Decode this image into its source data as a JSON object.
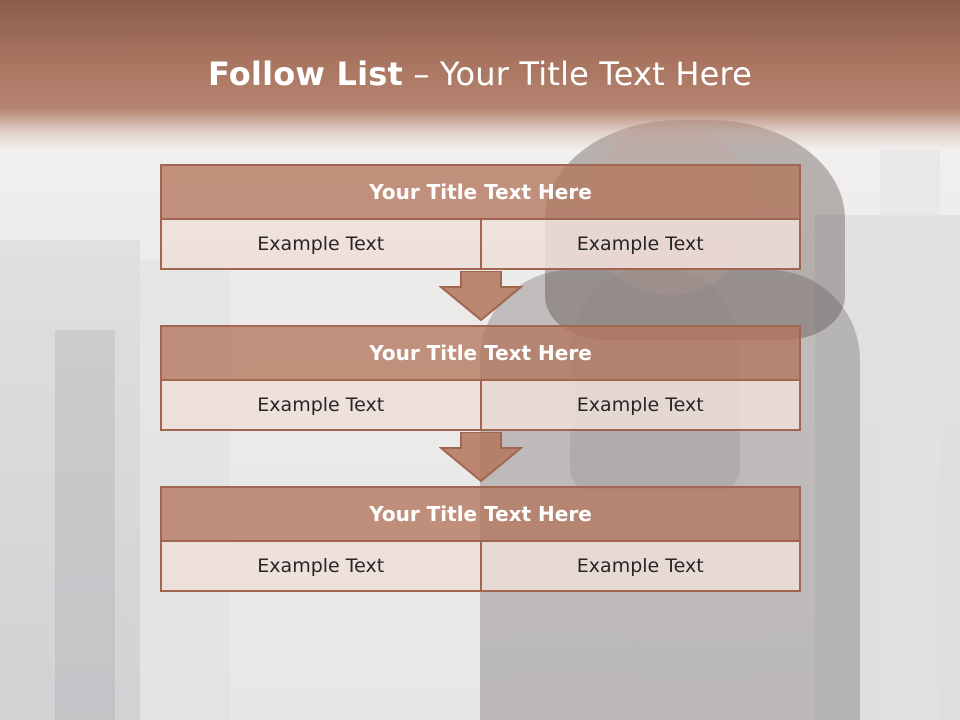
{
  "slide": {
    "title_bold": "Follow List",
    "title_rest": " – Your Title Text Here"
  },
  "blocks": [
    {
      "title": "Your Title Text Here",
      "left": "Example Text",
      "right": "Example Text"
    },
    {
      "title": "Your Title Text Here",
      "left": "Example Text",
      "right": "Example Text"
    },
    {
      "title": "Your Title Text Here",
      "left": "Example Text",
      "right": "Example Text"
    }
  ],
  "colors": {
    "header_fill": "#b3765c",
    "border": "#a0664f",
    "cell_fill": "#eeded8",
    "title_band": "#a87460"
  }
}
